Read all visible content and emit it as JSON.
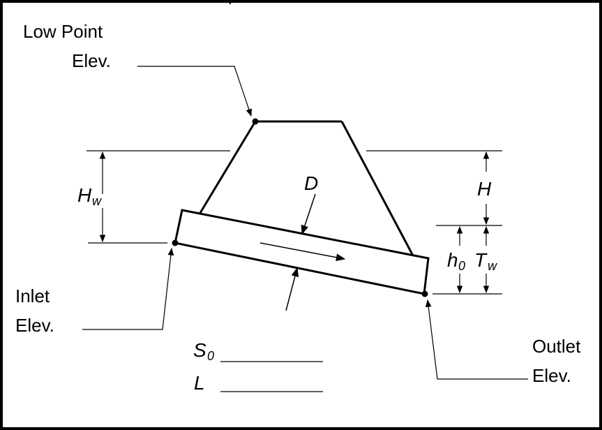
{
  "labels": {
    "low_point_line1": "Low Point",
    "low_point_line2": "Elev.",
    "inlet_line1": "Inlet",
    "inlet_line2": "Elev.",
    "outlet_line1": "Outlet",
    "outlet_line2": "Elev."
  },
  "symbols": {
    "hw_main": "H",
    "hw_sub": "w",
    "d": "D",
    "h": "H",
    "h0_main": "h",
    "h0_sub": "0",
    "tw_main": "T",
    "tw_sub": "w",
    "s0_main": "S",
    "s0_sub": "0",
    "l": "L"
  },
  "colors": {
    "line": "#000000",
    "background": "#ffffff"
  }
}
